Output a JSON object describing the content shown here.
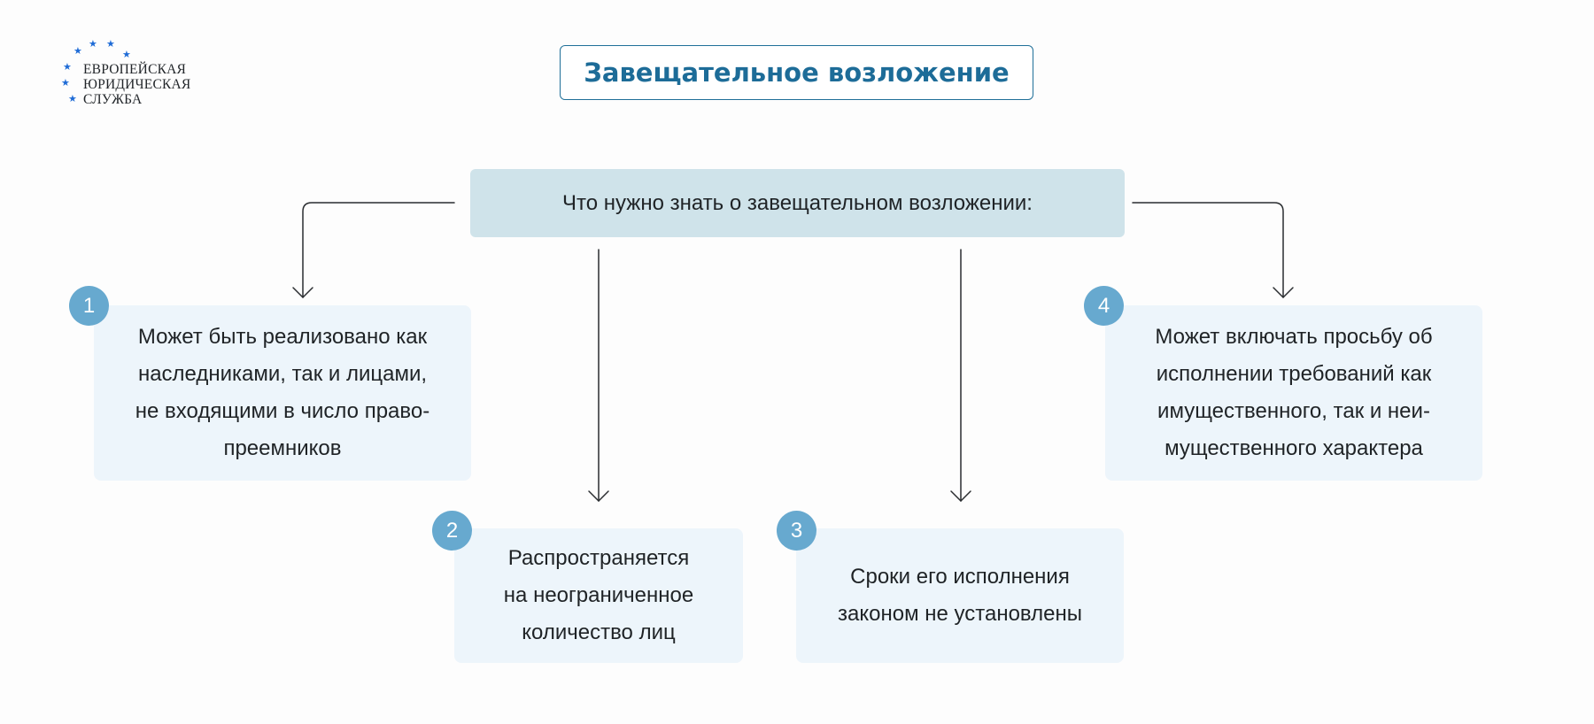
{
  "logo": {
    "lines": [
      "Европейская",
      "юридическая",
      "служба"
    ],
    "star_color": "#1e6bd6"
  },
  "title": "Завещательное возложение",
  "header": "Что нужно знать о завещательном возложении:",
  "cards": [
    {
      "number": "1",
      "lines": [
        "Может быть реализовано как",
        "наследниками, так и лицами,",
        "не входящими в число право-",
        "преемников"
      ]
    },
    {
      "number": "2",
      "lines": [
        "Распространяется",
        "на неограниченное",
        "количество лиц"
      ]
    },
    {
      "number": "3",
      "lines": [
        "Сроки его исполнения",
        "законом не установлены"
      ]
    },
    {
      "number": "4",
      "lines": [
        "Может включать просьбу об",
        "исполнении требований как",
        "имущественного, так и неи-",
        "мущественного характера"
      ]
    }
  ],
  "colors": {
    "title": "#1d6c98",
    "header_bg": "#cfe3ea",
    "card_bg": "#edf5fb",
    "badge": "#67a9cf",
    "connector": "#2a2d30"
  }
}
